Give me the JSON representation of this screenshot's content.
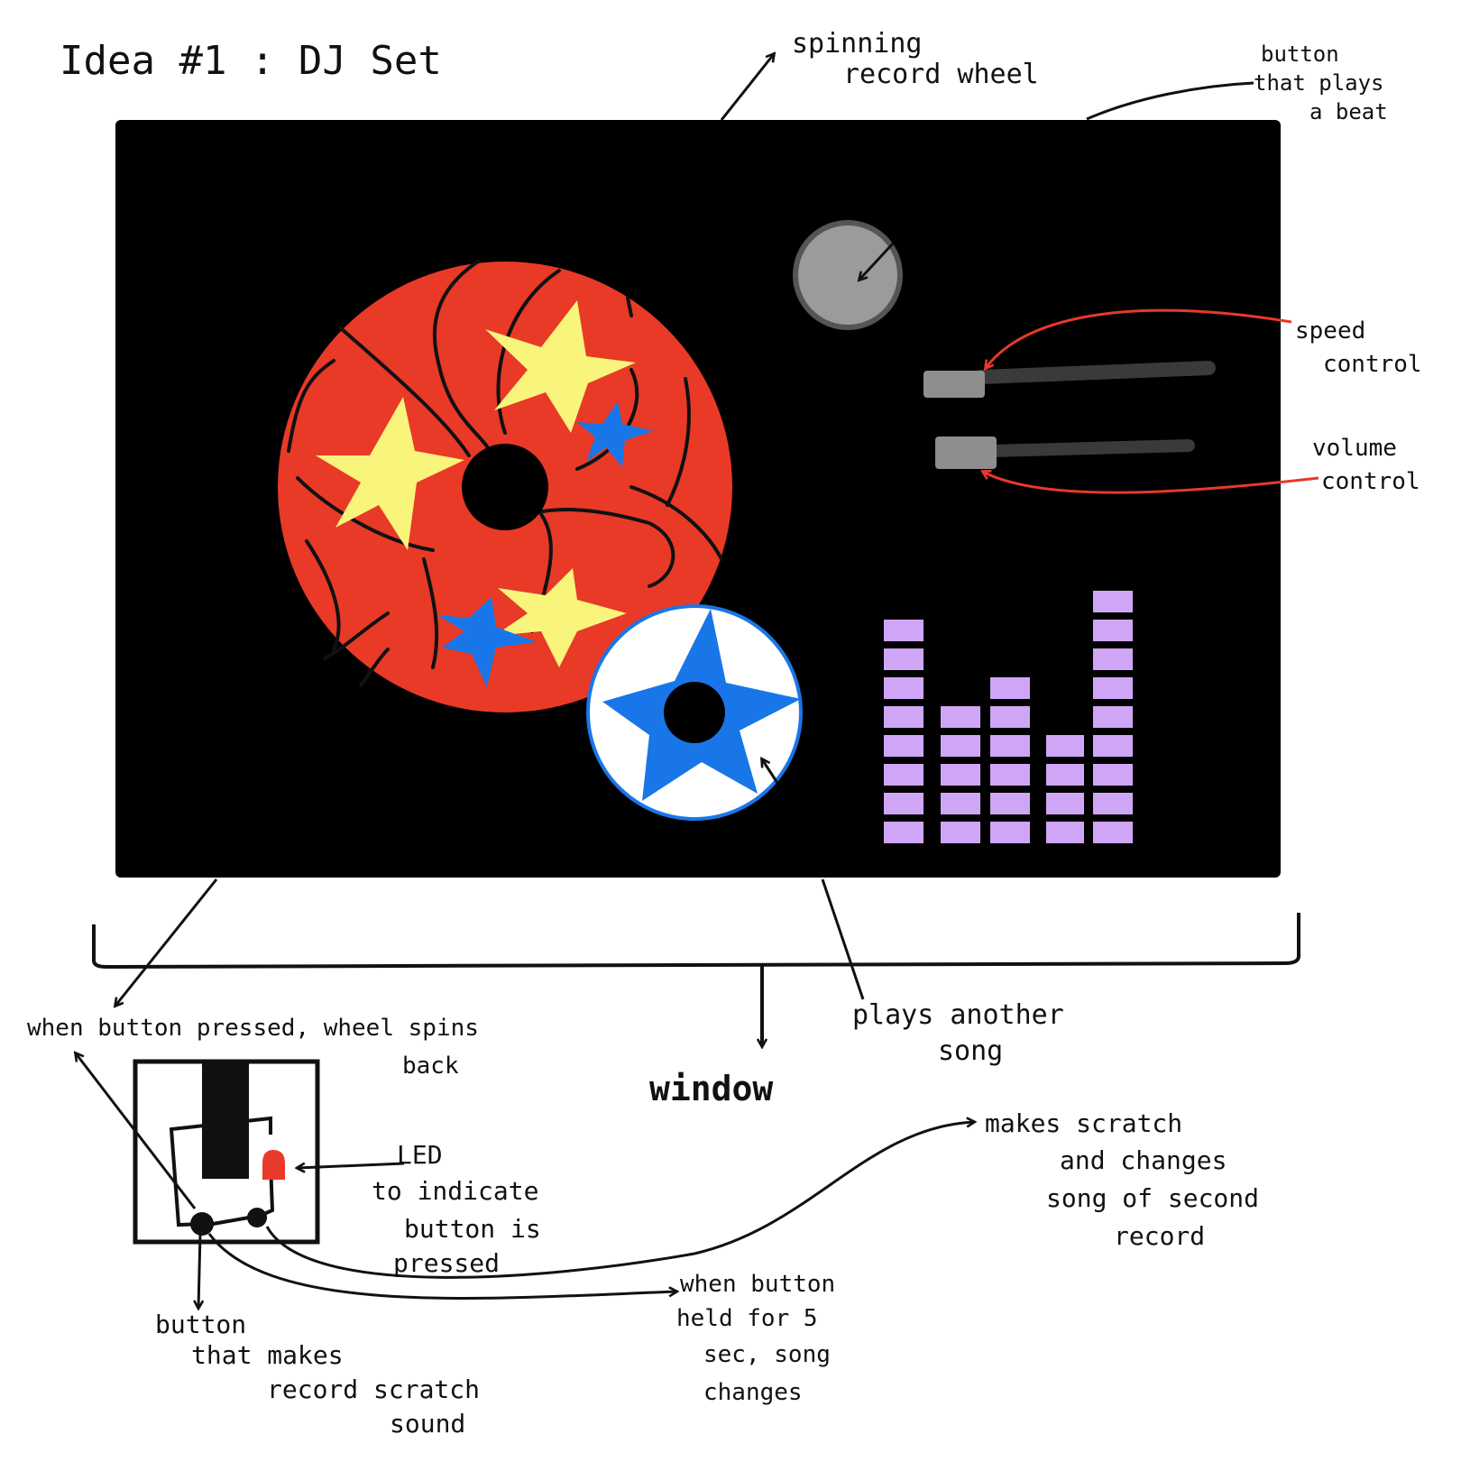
{
  "title": "Idea #1 : DJ Set",
  "annotations": {
    "spinning_wheel": [
      "spinning",
      "record wheel"
    ],
    "beat_button": [
      "button",
      "that plays",
      "a beat"
    ],
    "speed": [
      "speed",
      "control"
    ],
    "volume": [
      "volume",
      "control"
    ],
    "wheel_back": [
      "when button pressed, wheel spins",
      "back"
    ],
    "another_song": [
      "plays another",
      "song"
    ],
    "window": "window",
    "scratch_changes": [
      "makes scratch",
      "and changes",
      "song of second",
      "record"
    ],
    "led": [
      "LED",
      "to indicate",
      "button is",
      "pressed"
    ],
    "held": [
      "when button",
      "held for 5",
      "sec, song",
      "changes"
    ],
    "scratch_button": [
      "button",
      "that makes",
      "record scratch",
      "sound"
    ]
  },
  "colors": {
    "panel": "#000000",
    "record": "#e83a27",
    "star_yellow": "#f8f47c",
    "star_blue": "#1976e8",
    "knob": "#9b9b9b",
    "slider_handle": "#8e8e8e",
    "slider_track": "#3a3a3a",
    "eq_bar": "#cfa6f5",
    "accent_arrow": "#e8392a",
    "led": "#e8392a"
  },
  "equalizer_levels": [
    8,
    5,
    6,
    4,
    9
  ]
}
